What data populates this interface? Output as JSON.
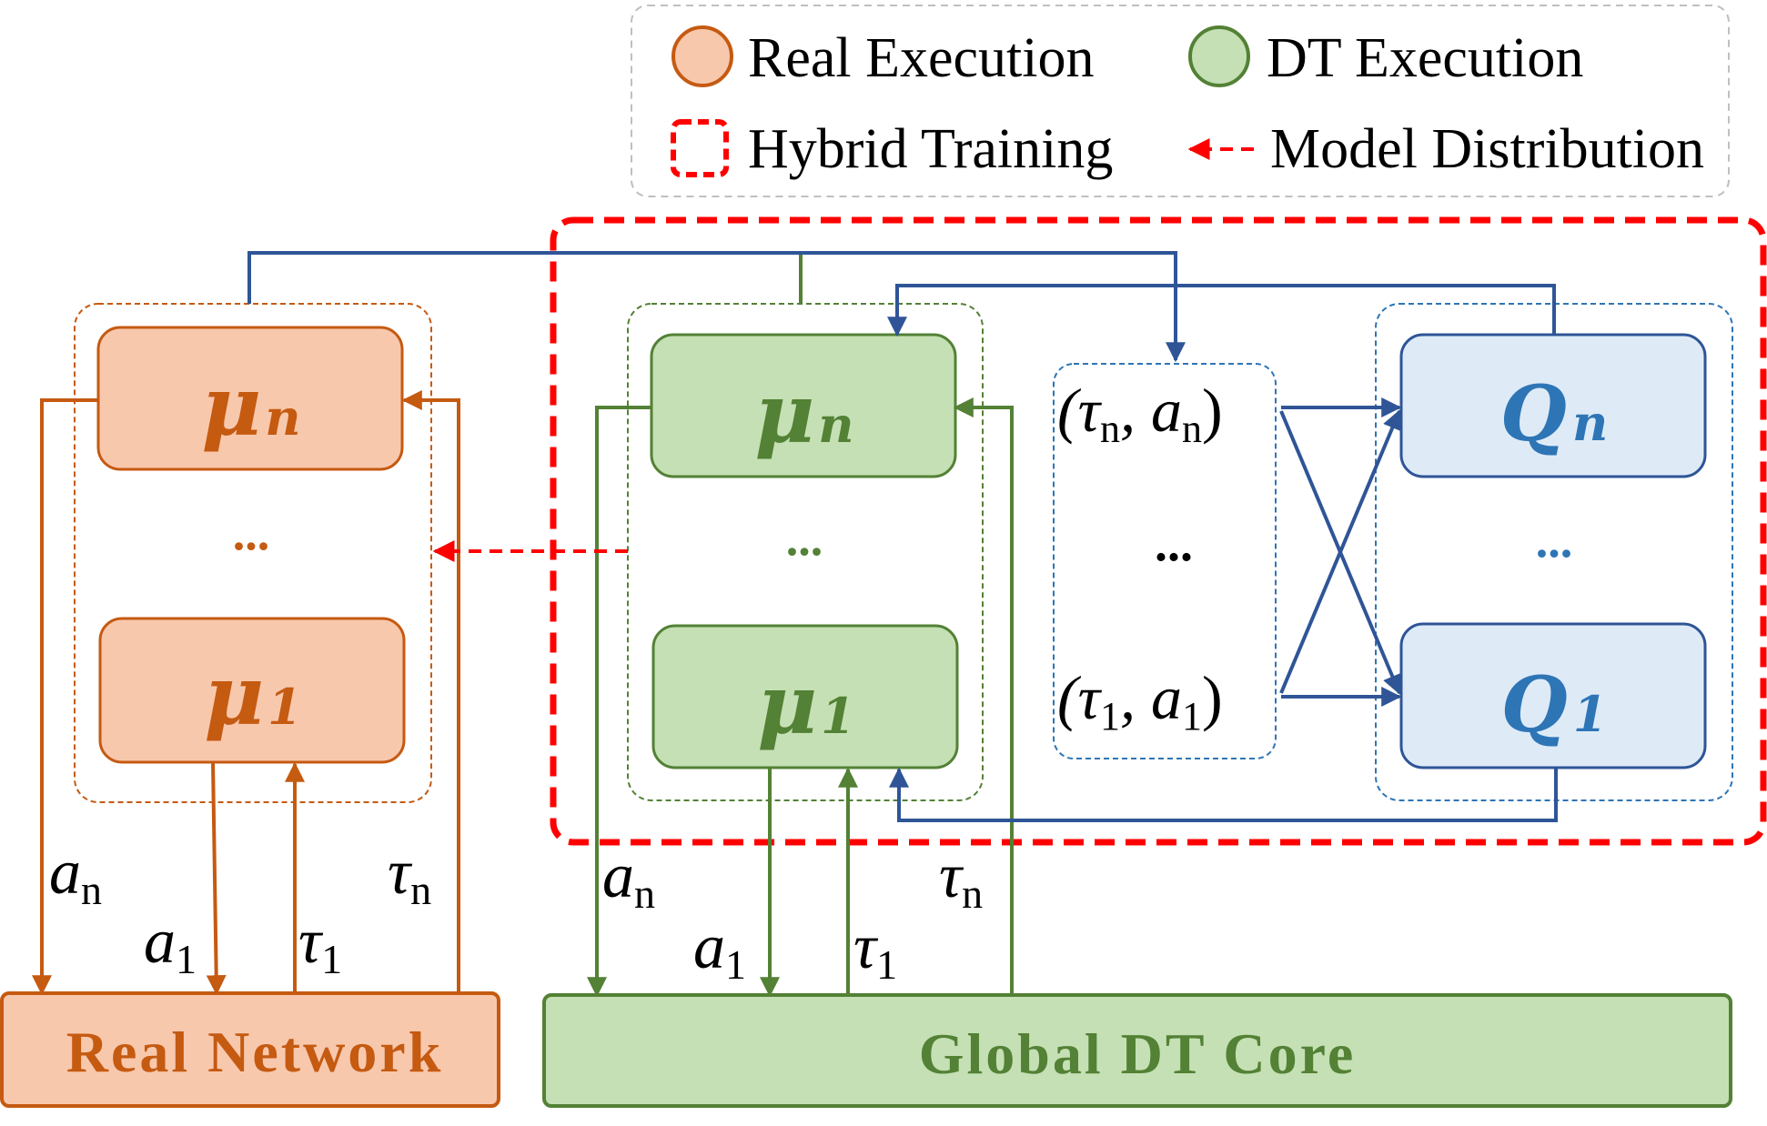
{
  "colors": {
    "real_fill": "#f8c8ad",
    "real_stroke": "#c55a11",
    "dt_fill": "#c5e0b4",
    "dt_stroke": "#538135",
    "q_fill": "#deebf7",
    "q_stroke": "#2e75b6",
    "blue_arrow": "#2f5597",
    "red": "#ff0000"
  },
  "legend": {
    "real_execution": "Real Execution",
    "dt_execution": "DT Execution",
    "hybrid_training": "Hybrid Training",
    "model_distribution": "Model Distribution"
  },
  "real": {
    "mu_n_symbol": "μ",
    "mu_n_sub": "n",
    "mu_1_symbol": "μ",
    "mu_1_sub": "1",
    "ellipsis": "...",
    "network_label": "Real Network",
    "a_n": "a",
    "a_n_sub": "n",
    "a_1": "a",
    "a_1_sub": "1",
    "tau_1": "τ",
    "tau_1_sub": "1",
    "tau_n": "τ",
    "tau_n_sub": "n"
  },
  "dt": {
    "mu_n_symbol": "μ",
    "mu_n_sub": "n",
    "mu_1_symbol": "μ",
    "mu_1_sub": "1",
    "ellipsis": "...",
    "core_label": "Global DT Core",
    "a_n": "a",
    "a_n_sub": "n",
    "a_1": "a",
    "a_1_sub": "1",
    "tau_1": "τ",
    "tau_1_sub": "1",
    "tau_n": "τ",
    "tau_n_sub": "n"
  },
  "buffer": {
    "pair_n_open": "(τ",
    "pair_n_sub1": "n",
    "pair_n_mid": ", a",
    "pair_n_sub2": "n",
    "pair_n_close": ")",
    "pair_1_open": "(τ",
    "pair_1_sub1": "1",
    "pair_1_mid": ", a",
    "pair_1_sub2": "1",
    "pair_1_close": ")",
    "ellipsis": "..."
  },
  "critic": {
    "q_n_symbol": "Q",
    "q_n_sub": "n",
    "q_1_symbol": "Q",
    "q_1_sub": "1",
    "ellipsis": "..."
  }
}
